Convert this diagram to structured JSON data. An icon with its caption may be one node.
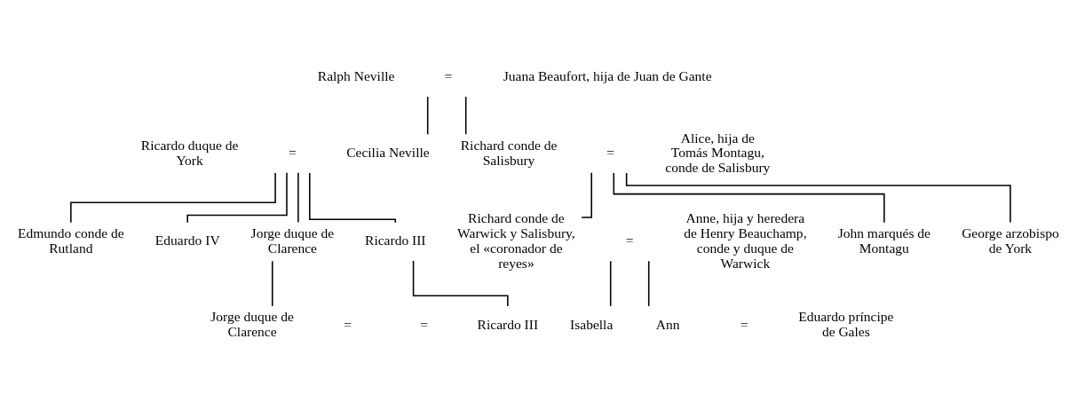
{
  "diagram": {
    "nodes": [
      {
        "text": [
          "Ralph Neville"
        ]
      },
      {
        "text": [
          "="
        ]
      },
      {
        "text": [
          "Juana Beaufort, hija de Juan de Gante"
        ]
      },
      {
        "text": [
          "Ricardo duque de York"
        ]
      },
      {
        "text": [
          "="
        ]
      },
      {
        "text": [
          "Cecilia Neville"
        ]
      },
      {
        "text": [
          "Richard conde de Salisbury"
        ]
      },
      {
        "text": [
          "="
        ]
      },
      {
        "text": [
          "Alice, hija de Tomás Montagu, conde de Salisbury"
        ]
      },
      {
        "text": [
          "Edmundo conde de Rutland"
        ]
      },
      {
        "text": [
          "Eduardo IV"
        ]
      },
      {
        "text": [
          "Jorge duque de Clarence"
        ]
      },
      {
        "text": [
          "Ricardo III"
        ]
      },
      {
        "text": [
          "Richard conde de Warwick y Salisbury, el «coronador de reyes»"
        ]
      },
      {
        "text": [
          "="
        ]
      },
      {
        "text": [
          "Anne, hija y heredera de Henry Beauchamp, conde y duque de Warwick"
        ]
      },
      {
        "text": [
          "John marqués de Montagu"
        ]
      },
      {
        "text": [
          "George arzobispo de York"
        ]
      },
      {
        "text": [
          "Jorge duque de Clarence"
        ]
      },
      {
        "text": [
          "="
        ]
      },
      {
        "text": [
          "Isabella"
        ]
      },
      {
        "text": [
          "Ann"
        ]
      },
      {
        "text": [
          "="
        ]
      },
      {
        "text": [
          "Eduardo príncipe de Gales"
        ]
      },
      {
        "text": [
          "="
        ]
      },
      {
        "text": [
          "Ricardo III"
        ]
      }
    ],
    "edges": [
      {
        "from": 1,
        "to": 5,
        "arrow": "none"
      },
      {
        "from": 1,
        "to": 6,
        "arrow": "none"
      },
      {
        "from": 4,
        "to": 9,
        "arrow": "none"
      },
      {
        "from": 4,
        "to": 10,
        "arrow": "none"
      },
      {
        "from": 4,
        "to": 11,
        "arrow": "none"
      },
      {
        "from": 4,
        "to": 12,
        "arrow": "none"
      },
      {
        "from": 7,
        "to": 13,
        "arrow": "none"
      },
      {
        "from": 7,
        "to": 16,
        "arrow": "none"
      },
      {
        "from": 7,
        "to": 17,
        "arrow": "none"
      },
      {
        "from": 14,
        "to": 20,
        "arrow": "none"
      },
      {
        "from": 14,
        "to": 21,
        "arrow": "none"
      },
      {
        "from": 11,
        "to": 18,
        "arrow": "none"
      },
      {
        "from": 12,
        "to": 25,
        "arrow": "none"
      }
    ]
  }
}
